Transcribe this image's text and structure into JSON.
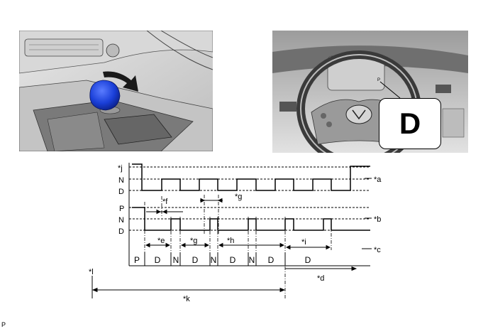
{
  "illustrations": {
    "shifter": {},
    "dash": {
      "indicator_letter": "D",
      "small_letter": "P"
    }
  },
  "timing": {
    "signal_labels": {
      "top": [
        "*j",
        "N",
        "D"
      ],
      "bottom": [
        "P",
        "N",
        "D"
      ]
    },
    "callouts": {
      "a": "*a",
      "b": "*b",
      "c": "*c",
      "d": "*d",
      "e": "*e",
      "f": "*f",
      "g_top": "*g",
      "g_mid": "*g",
      "h": "*h",
      "i": "*i",
      "k": "*k",
      "l": "*l"
    },
    "state_cells": [
      "P",
      "D",
      "N",
      "D",
      "N",
      "D",
      "N",
      "D",
      "D"
    ]
  },
  "footer_code": "P"
}
